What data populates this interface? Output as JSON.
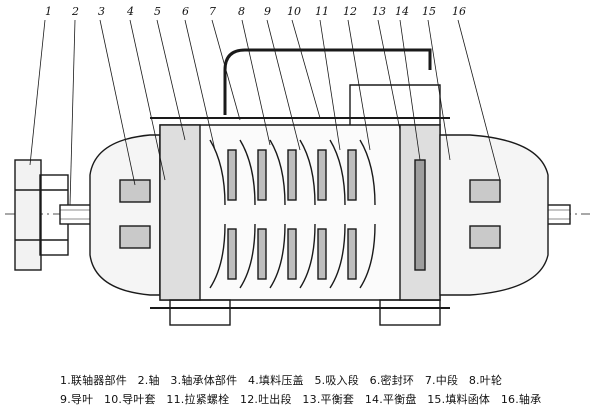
{
  "callouts": [
    "1",
    "2",
    "3",
    "4",
    "5",
    "6",
    "7",
    "8",
    "9",
    "10",
    "11",
    "12",
    "13",
    "14",
    "15",
    "16"
  ],
  "legend": {
    "row1": [
      "1.联轴器部件",
      "2.轴",
      "3.轴承体部件",
      "4.填料压盖",
      "5.吸入段",
      "6.密封环",
      "7.中段",
      "8.叶轮"
    ],
    "row2": [
      "9.导叶",
      "10.导叶套",
      "11.拉紧螺栓",
      "12.吐出段",
      "13.平衡套",
      "14.平衡盘",
      "15.填料函体",
      "16.轴承"
    ]
  }
}
